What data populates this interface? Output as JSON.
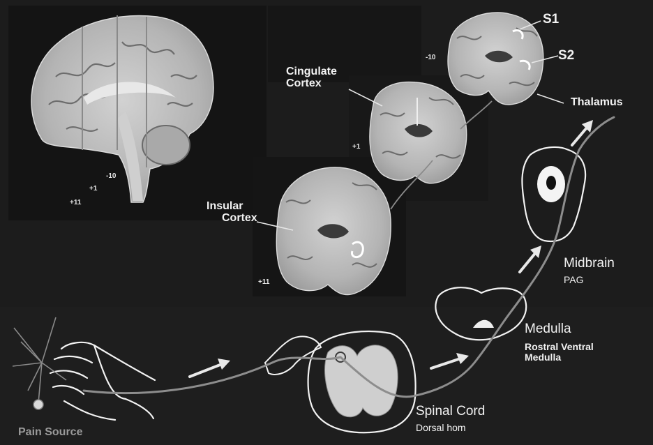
{
  "labels": {
    "s1": "S1",
    "s2": "S2",
    "thalamus": "Thalamus",
    "cingulate_cortex": [
      "Cingulate",
      "Cortex"
    ],
    "insular_cortex": [
      "Insular",
      "Cortex"
    ],
    "midbrain": "Midbrain",
    "pag": "PAG",
    "medulla": "Medulla",
    "rostral_ventral_medulla": [
      "Rostral Ventral",
      "Medulla"
    ],
    "spinal_cord": "Spinal Cord",
    "dorsal_horn": "Dorsal hom",
    "pain_source": "Pain Source"
  },
  "slice_levels": {
    "sagittal": [
      "-10",
      "+1",
      "+11"
    ],
    "coronal_top": "-10",
    "coronal_middle": "+1",
    "coronal_bottom": "+11"
  },
  "colors": {
    "background": "#1c1c1c",
    "brain_tissue": "#b9b9b9",
    "outline": "#f2f2f2",
    "pathway": "#8a8a8a"
  }
}
